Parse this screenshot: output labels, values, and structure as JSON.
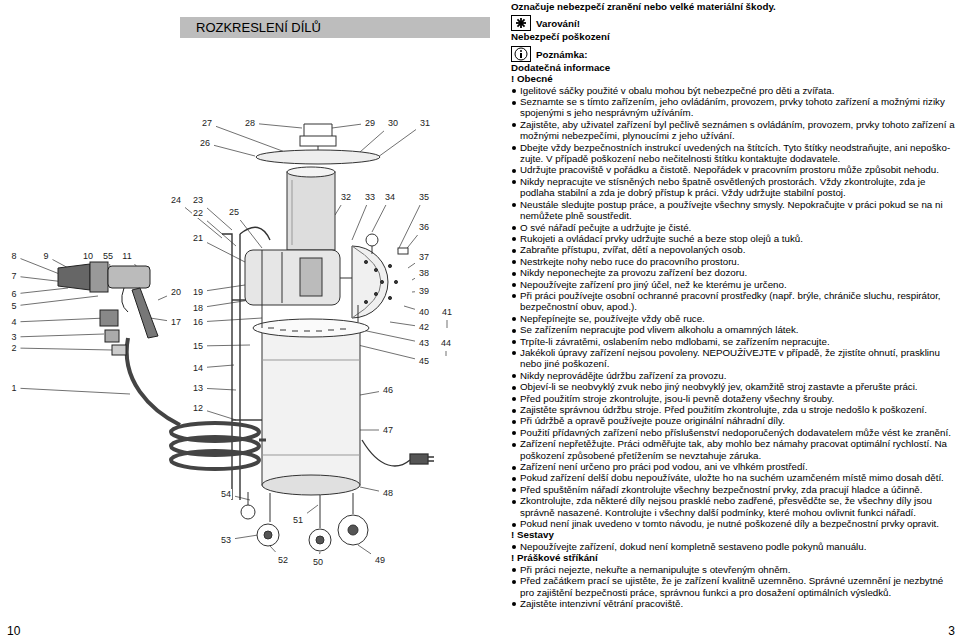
{
  "diagram": {
    "title": "ROZKRESLENÍ DÍLŮ",
    "labels": [
      "27",
      "28",
      "29",
      "30",
      "31",
      "26",
      "24",
      "23",
      "32",
      "33",
      "34",
      "35",
      "22",
      "25",
      "21",
      "36",
      "8",
      "9",
      "10",
      "55",
      "11",
      "37",
      "38",
      "7",
      "39",
      "20",
      "19",
      "6",
      "5",
      "40",
      "41",
      "18",
      "4",
      "17",
      "16",
      "42",
      "3",
      "43",
      "44",
      "2",
      "15",
      "45",
      "14",
      "13",
      "1",
      "46",
      "12",
      "47",
      "48",
      "54",
      "51",
      "53",
      "52",
      "50",
      "49",
      "Označuje nebezpečí zranění nebo velké materiální škody.",
      "Varování!",
      "Nebezpečí poškození",
      "Poznámka:",
      "Dodatečná informace",
      "! Obecné",
      "Igelitové sáčky použité v obalu mohou být nebezpečné pro děti a zvířata.",
      "Seznamte se s tímto zařízením, jeho ovládáním, provozem, prvky tohoto zařízení a možnými riziky spojenými s jeho nesprávným užíváním.",
      "Zajistěte, aby uživatel zařízení byl pečlivě seznámen s ovládáním, provozem, prvky tohoto zařízení a možnými nebezpečími, plynoucími z jeho užívání.",
      "Dbejte vždy bezpečnostních instrukcí uvedených na štítcích. Tyto štítky neodstraňujte, ani nepoško- zujte. V případě poškození nebo nečitelnosti štítku kontaktujte dodavatele.",
      "Udržujte pracoviště v pořádku a čistotě. Nepořádek v pracovním prostoru může způsobit nehodu.",
      "Nikdy nepracujte ve stísněných nebo špatně osvětlených prostorách. Vždy zkontrolujte, zda je podlaha stabilní a zda je dobrý přístup k práci. Vždy udržujte stabilní postoj.",
      "Neustále sledujte postup práce, a používejte všechny smysly. Nepokračujte v práci pokud se na ni nemůžete plně soustředit.",
      "O své nářadí pečujte a udržujte je čisté.",
      "Rukojeti a ovládací prvky udržujte suché a beze stop olejů a tuků.",
      "Zabraňte přístupu, zvířat, dětí a nepovolaných osob.",
      "Nestrkejte nohy nebo ruce do pracovního prostoru.",
      "Nikdy neponechejte za provozu zařízení bez dozoru.",
      "Nepoužívejte zařízení pro jiný účel, než ke kterému je určeno.",
      "Při práci používejte osobní ochranné pracovní prostředky (např. brýle, chrániče sluchu, respirátor, bezpečnostní obuv, apod.).",
      "Nepřepínejte se, používejte vždy obě ruce.",
      "Se zařízením nepracujte pod vlivem alkoholu a omamných látek.",
      "Trpíte-li závratěmi, oslabením nebo mdlobami, se zařízením nepracujte.",
      "Jakékoli úpravy zařízení nejsou povoleny. NEPOUŽÍVEJTE v případě, že zjistíte ohnutí, prasklinu nebo jiné poškození.",
      "Nikdy neprovádějte údržbu zařízení za provozu.",
      "Objeví-li se neobvyklý zvuk nebo jiný neobvyklý jev, okamžitě stroj zastavte a přerušte práci.",
      "Před použitím stroje zkontrolujte, jsou-li pevně dotaženy všechny šrouby.",
      "Zajistěte správnou údržbu stroje. Před použitím zkontrolujte, zda u stroje nedošlo k poškození.",
      "Při údržbě a opravě používejte pouze originální náhradní díly.",
      "Použití přídavných zařízení nebo příslušenství nedoporučených dodavatelem může vést ke zranění.",
      "Zařízení nepřetěžujte. Práci odměřujte tak, aby mohlo bez námahy pracovat optimální rychlostí. Na poškození způsobené přetížením se nevztahuje záruka.",
      "Zařízení není určeno pro práci pod vodou, ani ve vlhkém prostředí.",
      "Pokud zařízení delší dobu nepoužíváte, uložte ho na suchém uzamčeném místě mimo dosah dětí.",
      "Před spuštěním nářadí zkontrolujte všechny bezpečnostní prvky, zda pracují hladce a účinně.",
      "Zkontrolujte, zda některé díly nejsou prasklé nebo zadřené, přesvědčte se, že všechny díly jsou správně nasazené. Kontrolujte i všechny další podmínky, které mohou ovlivnit funkci nářadí.",
      "Pokud není jinak uvedeno v tomto návodu, je nutné poškozené díly a bezpečnostní prvky opravit.",
      "! Sestavy",
      "Nepoužívejte zařízení, dokud není kompletně sestaveno podle pokynů manuálu.",
      "! Práškové stříkání",
      "Při práci nejezte, nekuřte a nemanipulujte s otevřeným ohněm.",
      "Před začátkem prací se ujistěte, že je zařízení kvalitně uzemněno. Správné uzemnění je nezbytné pro zajištění bezpečnosti práce, správnou funkci a pro dosažení optimálních výsledků.",
      "Zajistěte intenzivní větrání pracoviště.",
      "10",
      "3"
    ]
  }
}
